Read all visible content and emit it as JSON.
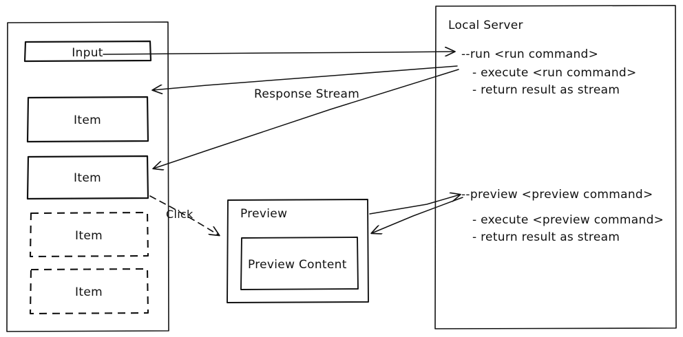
{
  "diagram": {
    "title_not_shown": "",
    "background": "#ffffff",
    "stroke": "#111111",
    "colors": {
      "input_text": "#5B46D8",
      "run_command": "#3A56D4",
      "preview_command": "#13798B",
      "box_stroke": "#111111"
    }
  },
  "client_panel": {
    "name": "client-panel",
    "input": {
      "label": "Input"
    },
    "items": [
      {
        "label": "Item",
        "style": "solid"
      },
      {
        "label": "Item",
        "style": "solid"
      },
      {
        "label": "Item",
        "style": "dashed"
      },
      {
        "label": "Item",
        "style": "dashed"
      }
    ]
  },
  "preview_panel": {
    "title": "Preview",
    "content": "Preview Content"
  },
  "server_panel": {
    "title": "Local Server",
    "commands": [
      {
        "name": "--run <run command>",
        "color": "#3A56D4",
        "steps": [
          "- execute <run command>",
          "- return result as stream"
        ]
      },
      {
        "name": "--preview <preview command>",
        "color": "#13798B",
        "steps": [
          "- execute <preview command>",
          "- return result as stream"
        ]
      }
    ]
  },
  "edges": [
    {
      "id": "input-to-run",
      "label": ""
    },
    {
      "id": "run-to-item-1",
      "label": "Response Stream"
    },
    {
      "id": "run-to-item-2",
      "label": ""
    },
    {
      "id": "item-2-to-preview",
      "label": "Click"
    },
    {
      "id": "preview-to-preview-cmd",
      "label": ""
    },
    {
      "id": "preview-cmd-to-content",
      "label": ""
    }
  ]
}
